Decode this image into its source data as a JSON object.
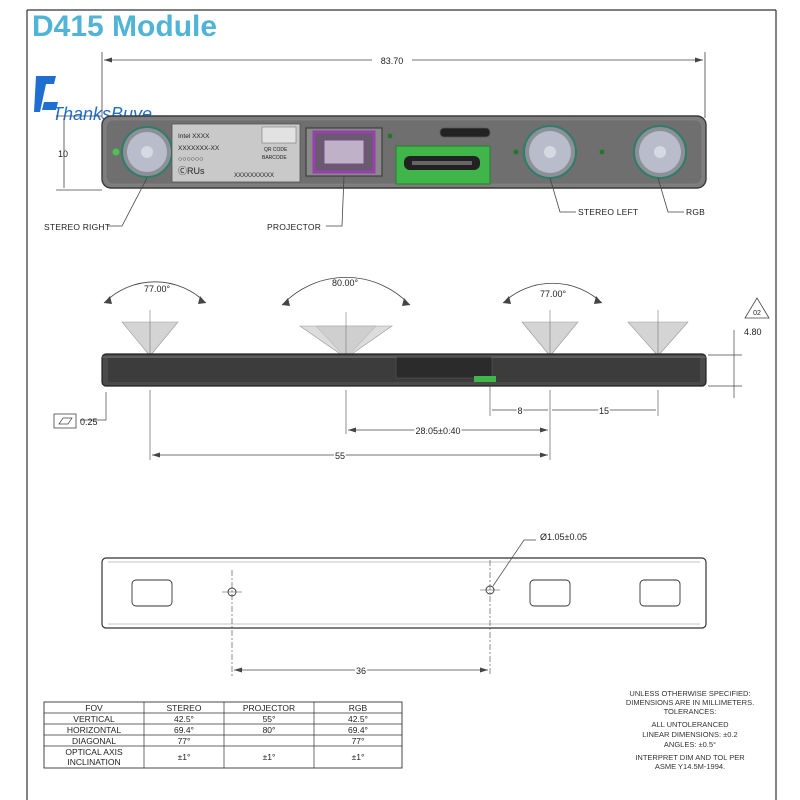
{
  "title": "D415 Module",
  "logo_text": "ThanksBuyer",
  "colors": {
    "title": "#4fb4d8",
    "projector": "#9b3fb0",
    "connector": "#3fb54a",
    "body": "#7a7a7a",
    "lens": "#b8bccb",
    "logo": "#1f6fd0"
  },
  "top_view": {
    "width_dim": "83.70",
    "height_dim": "10",
    "labels": {
      "stereo_right": "STEREO RIGHT",
      "projector": "PROJECTOR",
      "stereo_left": "STEREO LEFT",
      "rgb": "RGB"
    },
    "sticker": {
      "line1": "Intel XXXX",
      "line2": "XXXXXXX-XX",
      "line3": "XXXXXXXXXX",
      "qr1": "QR CODE",
      "qr2": "BARCODE"
    }
  },
  "front_view": {
    "fov_left": "77.00°",
    "fov_center": "80.00°",
    "fov_right": "77.00°",
    "thickness": "4.80",
    "datum": "02",
    "flatness": "0.25",
    "dim_8": "8",
    "dim_15": "15",
    "dim_28": "28.05±0.40",
    "dim_55": "55"
  },
  "bottom_view": {
    "hole": "Ø1.05±0.05",
    "dim_36": "36"
  },
  "fov_table": {
    "headers": [
      "FOV",
      "STEREO",
      "PROJECTOR",
      "RGB"
    ],
    "rows": [
      [
        "VERTICAL",
        "42.5°",
        "55°",
        "42.5°"
      ],
      [
        "HORIZONTAL",
        "69.4°",
        "80°",
        "69.4°"
      ],
      [
        "DIAGONAL",
        "77°",
        "",
        "77°"
      ],
      [
        "OPTICAL AXIS",
        "±1°",
        "±1°",
        "±1°"
      ]
    ],
    "row4_line2": "INCLINATION"
  },
  "notes": {
    "l1": "UNLESS OTHERWISE SPECIFIED:",
    "l2": "DIMENSIONS ARE IN MILLIMETERS.",
    "l3": "TOLERANCES:",
    "l4": "ALL UNTOLERANCED",
    "l5": "LINEAR DIMENSIONS: ±0.2",
    "l6": "ANGLES: ±0.5°",
    "l7": "INTERPRET DIM AND TOL PER",
    "l8": "ASME Y14.5M-1994."
  }
}
